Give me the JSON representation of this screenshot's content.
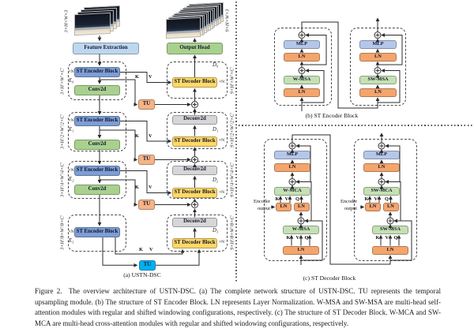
{
  "figure_caption": "Figure 2.  The overview architecture of USTN-DSC. (a) The complete network structure of USTN-DSC. TU represents the temporal upsampling module. (b) The structure of ST Encoder Block. LN represents Layer Normalization. W-MSA and SW-MSA are multi-head self-attention modules with regular and shifted windowing configurations, respectively. (c) The structure of ST Decoder Block. W-MCA and SW-MCA are multi-head cross-attention modules with regular and shifted windowing configurations, respectively.",
  "panel_a": {
    "caption": "(a)  USTN-DSC",
    "input_dim": "3×H×W×3",
    "output_dim": "9×H×W×3",
    "feature_extraction": "Feature Extraction",
    "output_head": "Output Head",
    "st_encoder_block": "ST Encoder Block",
    "st_decoder_block": "ST Decoder Block",
    "conv2d": "Conv2d",
    "deconv2d": "Deconv2d",
    "tu": "TU",
    "times_n": "×N",
    "k": "K",
    "v": "V",
    "enc_dims": [
      "3×H′×W′×C′",
      "3×H′/2×W′/2×C′",
      "3×H′/4×W′/4×C′",
      "3×H′/8×W′/8×C′"
    ],
    "dec_dims": [
      "9×H′×W′×C′",
      "9×H′/2×W′/2×C′",
      "9×H′/4×W′/4×C′",
      "9×H′/8×W′/8×C′"
    ],
    "enc_labels": [
      "E₀",
      "E₁",
      "E₂",
      "E₃"
    ],
    "dec_labels": [
      "D₀",
      "D₁",
      "D₂",
      "D₃"
    ]
  },
  "panel_b": {
    "caption": "(b)  ST Encoder Block",
    "mlp": "MLP",
    "ln": "LN",
    "w_msa": "W-MSA",
    "sw_msa": "SW-MSA"
  },
  "panel_c": {
    "caption": "(c)  ST Decoder Block",
    "mlp": "MLP",
    "ln": "LN",
    "w_mca": "W-MCA",
    "sw_mca": "SW-MCA",
    "w_msa": "W-MSA",
    "sw_msa": "SW-MSA",
    "encoder_output": "Encoder\noutput",
    "k": "K",
    "v": "V",
    "q": "Q"
  },
  "colors": {
    "encoder_block": "#7d9ed6",
    "decoder_block": "#ffd966",
    "conv": "#a9d18e",
    "deconv": "#d6d6d6",
    "feature_extraction": "#bdd7ee",
    "tu": "#f6b486",
    "tu_bottleneck": "#00b0f0",
    "mlp": "#b5c7e9",
    "ln": "#f4a56c",
    "attention": "#c5e0b4"
  }
}
